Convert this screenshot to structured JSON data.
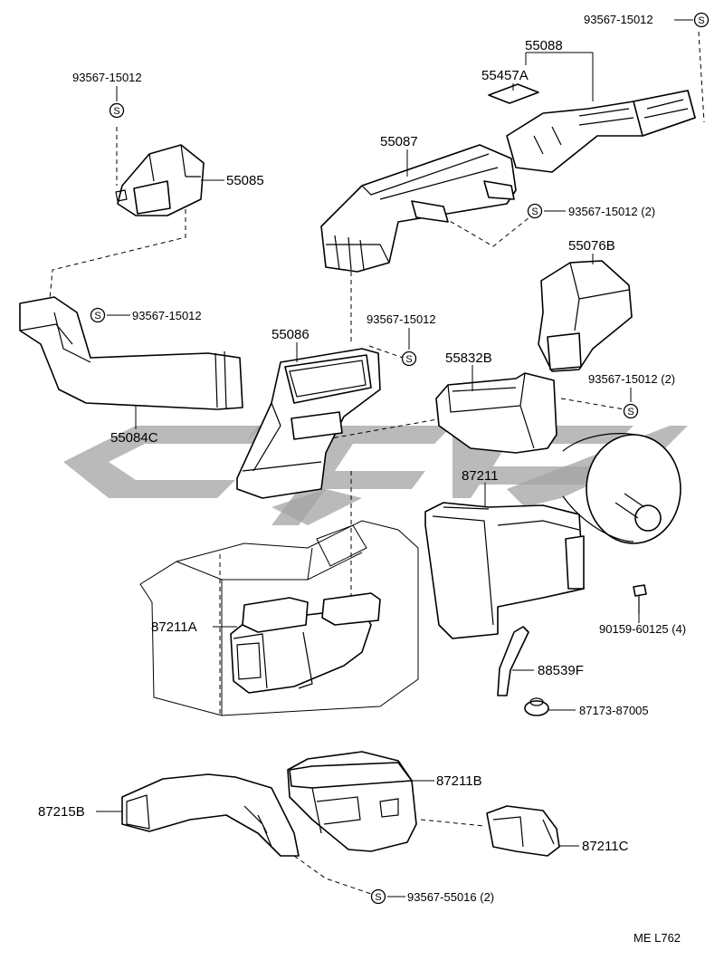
{
  "labels": {
    "p55088": "55088",
    "p55457A": "55457A",
    "p93567_15012_top": "93567-15012",
    "p55087": "55087",
    "p93567_15012_2_a": "93567-15012 (2)",
    "p93567_15012_left": "93567-15012",
    "p55085": "55085",
    "p55076B": "55076B",
    "p93567_15012_mid": "93567-15012",
    "p55086": "55086",
    "p93567_15012_center": "93567-15012",
    "p55832B": "55832B",
    "p93567_15012_2_b": "93567-15012 (2)",
    "p55084C": "55084C",
    "p87211": "87211",
    "p87211A": "87211A",
    "p90159_60125": "90159-60125 (4)",
    "p88539F": "88539F",
    "p87173_87005": "87173-87005",
    "p87211B": "87211B",
    "p87215B": "87215B",
    "p87211C": "87211C",
    "p93567_55016": "93567-55016 (2)",
    "footer_code": "ME L762"
  },
  "symbols": {
    "screw_symbol": "S"
  },
  "watermark": {
    "color": "#a3a3a3"
  }
}
